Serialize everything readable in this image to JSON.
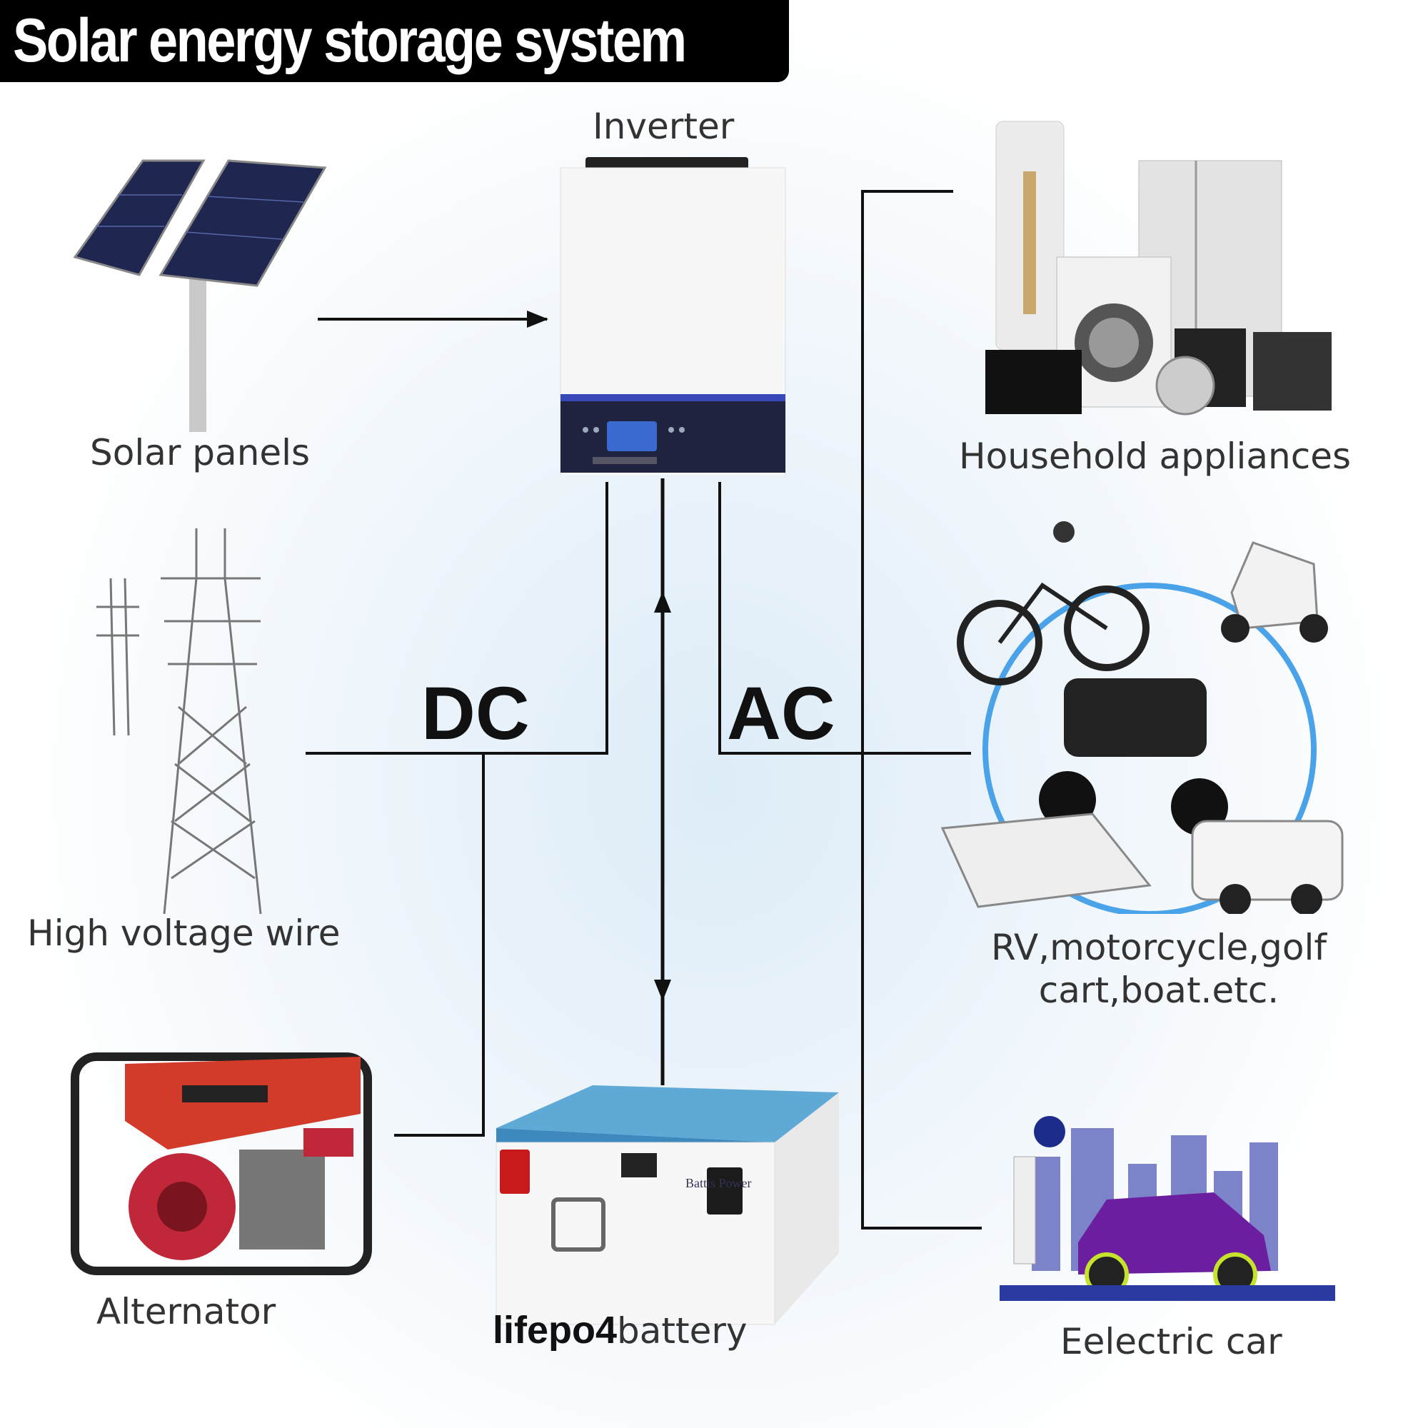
{
  "title": "Solar energy storage system",
  "nodes": {
    "inverter": "Inverter",
    "solar": "Solar panels",
    "grid": "High voltage wire",
    "alternator": "Alternator",
    "battery_bold": "lifepo4",
    "battery_rest": "battery",
    "battery_brand": "Battis Power",
    "appliances": "Household appliances",
    "vehicles_line1": "RV,motorcycle,golf",
    "vehicles_line2": "cart,boat.etc.",
    "car": "Eelectric car"
  },
  "links": {
    "dc": "DC",
    "ac": "AC"
  },
  "colors": {
    "line": "#111111",
    "inverter_panel": "#1f2340",
    "battery_lid": "#5fa9d6",
    "car": "#6b1fa0"
  }
}
